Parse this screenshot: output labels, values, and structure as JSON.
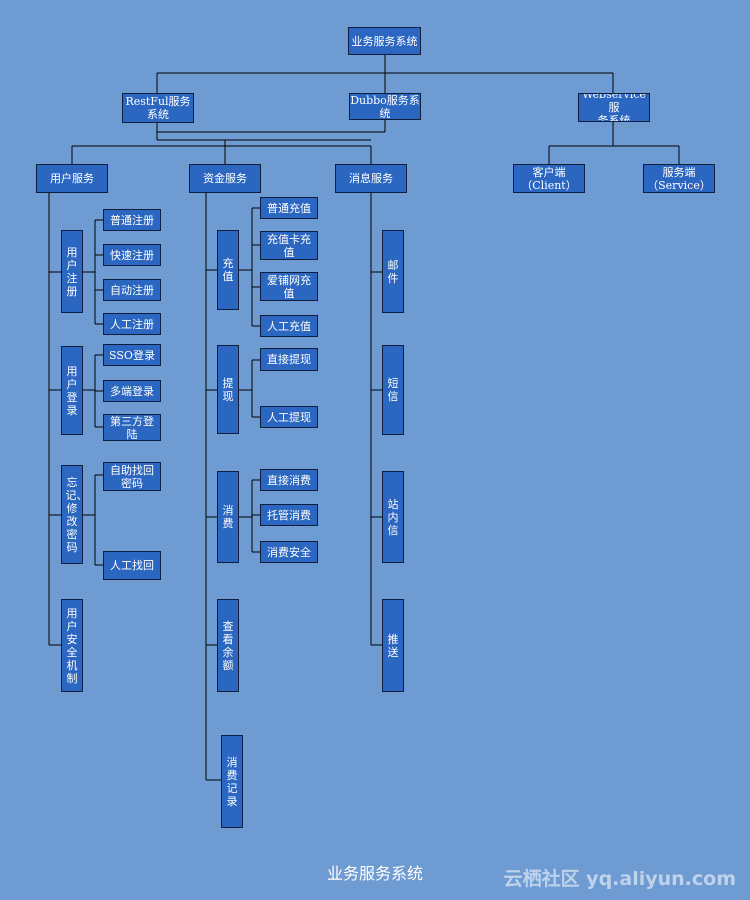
{
  "diagram": {
    "root": "业务服务系统",
    "restful": "RestFul服务\n系统",
    "dubbo": "Dubbo服务系\n统",
    "webservice": "Webservice服\n务系统",
    "client": "客户端\n（Client）",
    "service": "服务端\n（Service）",
    "user_service": "用户服务",
    "fund_service": "资金服务",
    "msg_service": "消息服务",
    "user_register": "用户注册",
    "user_login": "用户登录",
    "forget_pwd": "忘记、修改密码",
    "user_security": "用户安全机制",
    "reg_normal": "普通注册",
    "reg_fast": "快速注册",
    "reg_auto": "自动注册",
    "reg_manual": "人工注册",
    "login_sso": "SSO登录",
    "login_multi": "多端登录",
    "login_third": "第三方登\n陆",
    "pwd_self": "自助找回\n密码",
    "pwd_manual": "人工找回",
    "recharge": "充值",
    "withdraw": "提现",
    "consume": "消费",
    "check_balance": "查看余额",
    "consume_record": "消费记录",
    "rc_normal": "普通充值",
    "rc_card": "充值卡充\n值",
    "rc_aibu": "爱铺网充\n值",
    "rc_manual": "人工充值",
    "wd_direct": "直接提现",
    "wd_manual": "人工提现",
    "cs_direct": "直接消费",
    "cs_trust": "托管消费",
    "cs_safe": "消费安全",
    "mail": "邮件",
    "sms": "短信",
    "inbox": "站内信",
    "push": "推送"
  },
  "caption": "业务服务系统",
  "watermark": "云栖社区 yq.aliyun.com"
}
